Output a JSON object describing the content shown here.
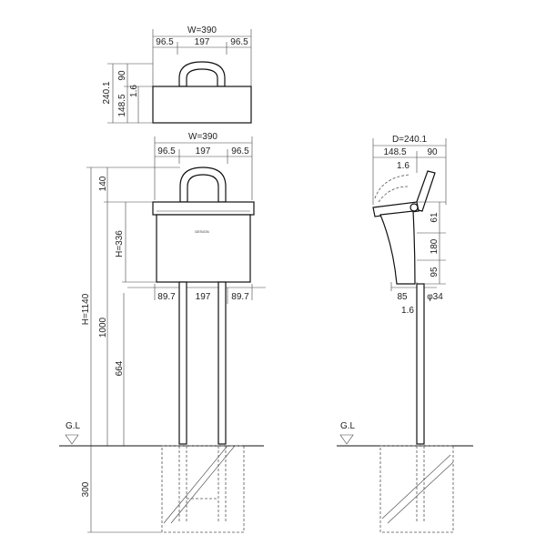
{
  "colors": {
    "line": "#111111",
    "dim": "#444444",
    "background": "#ffffff"
  },
  "top_view": {
    "width_label": "W=390",
    "segments": [
      "96.5",
      "197",
      "96.5"
    ],
    "height_total": "240.1",
    "height_top": "90",
    "height_body": "148.5",
    "height_thin": "1.6"
  },
  "front_view": {
    "width_label": "W=390",
    "segments": [
      "96.5",
      "197",
      "96.5"
    ],
    "bottom_segments": [
      "89.7",
      "197",
      "89.7"
    ],
    "dim_handle": "140",
    "dim_box": "H=336",
    "dim_total": "H=1140",
    "dim_mid": "1000",
    "dim_post": "664",
    "dim_embed": "300",
    "ground_label": "G.L",
    "brand_label": "DESIGN"
  },
  "side_view": {
    "depth_label": "D=240.1",
    "segments": [
      "148.5",
      "90"
    ],
    "thin": "1.6",
    "dims_right": [
      "61",
      "180",
      "95"
    ],
    "bottom_left": "85",
    "bottom_right": "φ34",
    "bottom_thin": "1.6",
    "ground_label": "G.L"
  }
}
